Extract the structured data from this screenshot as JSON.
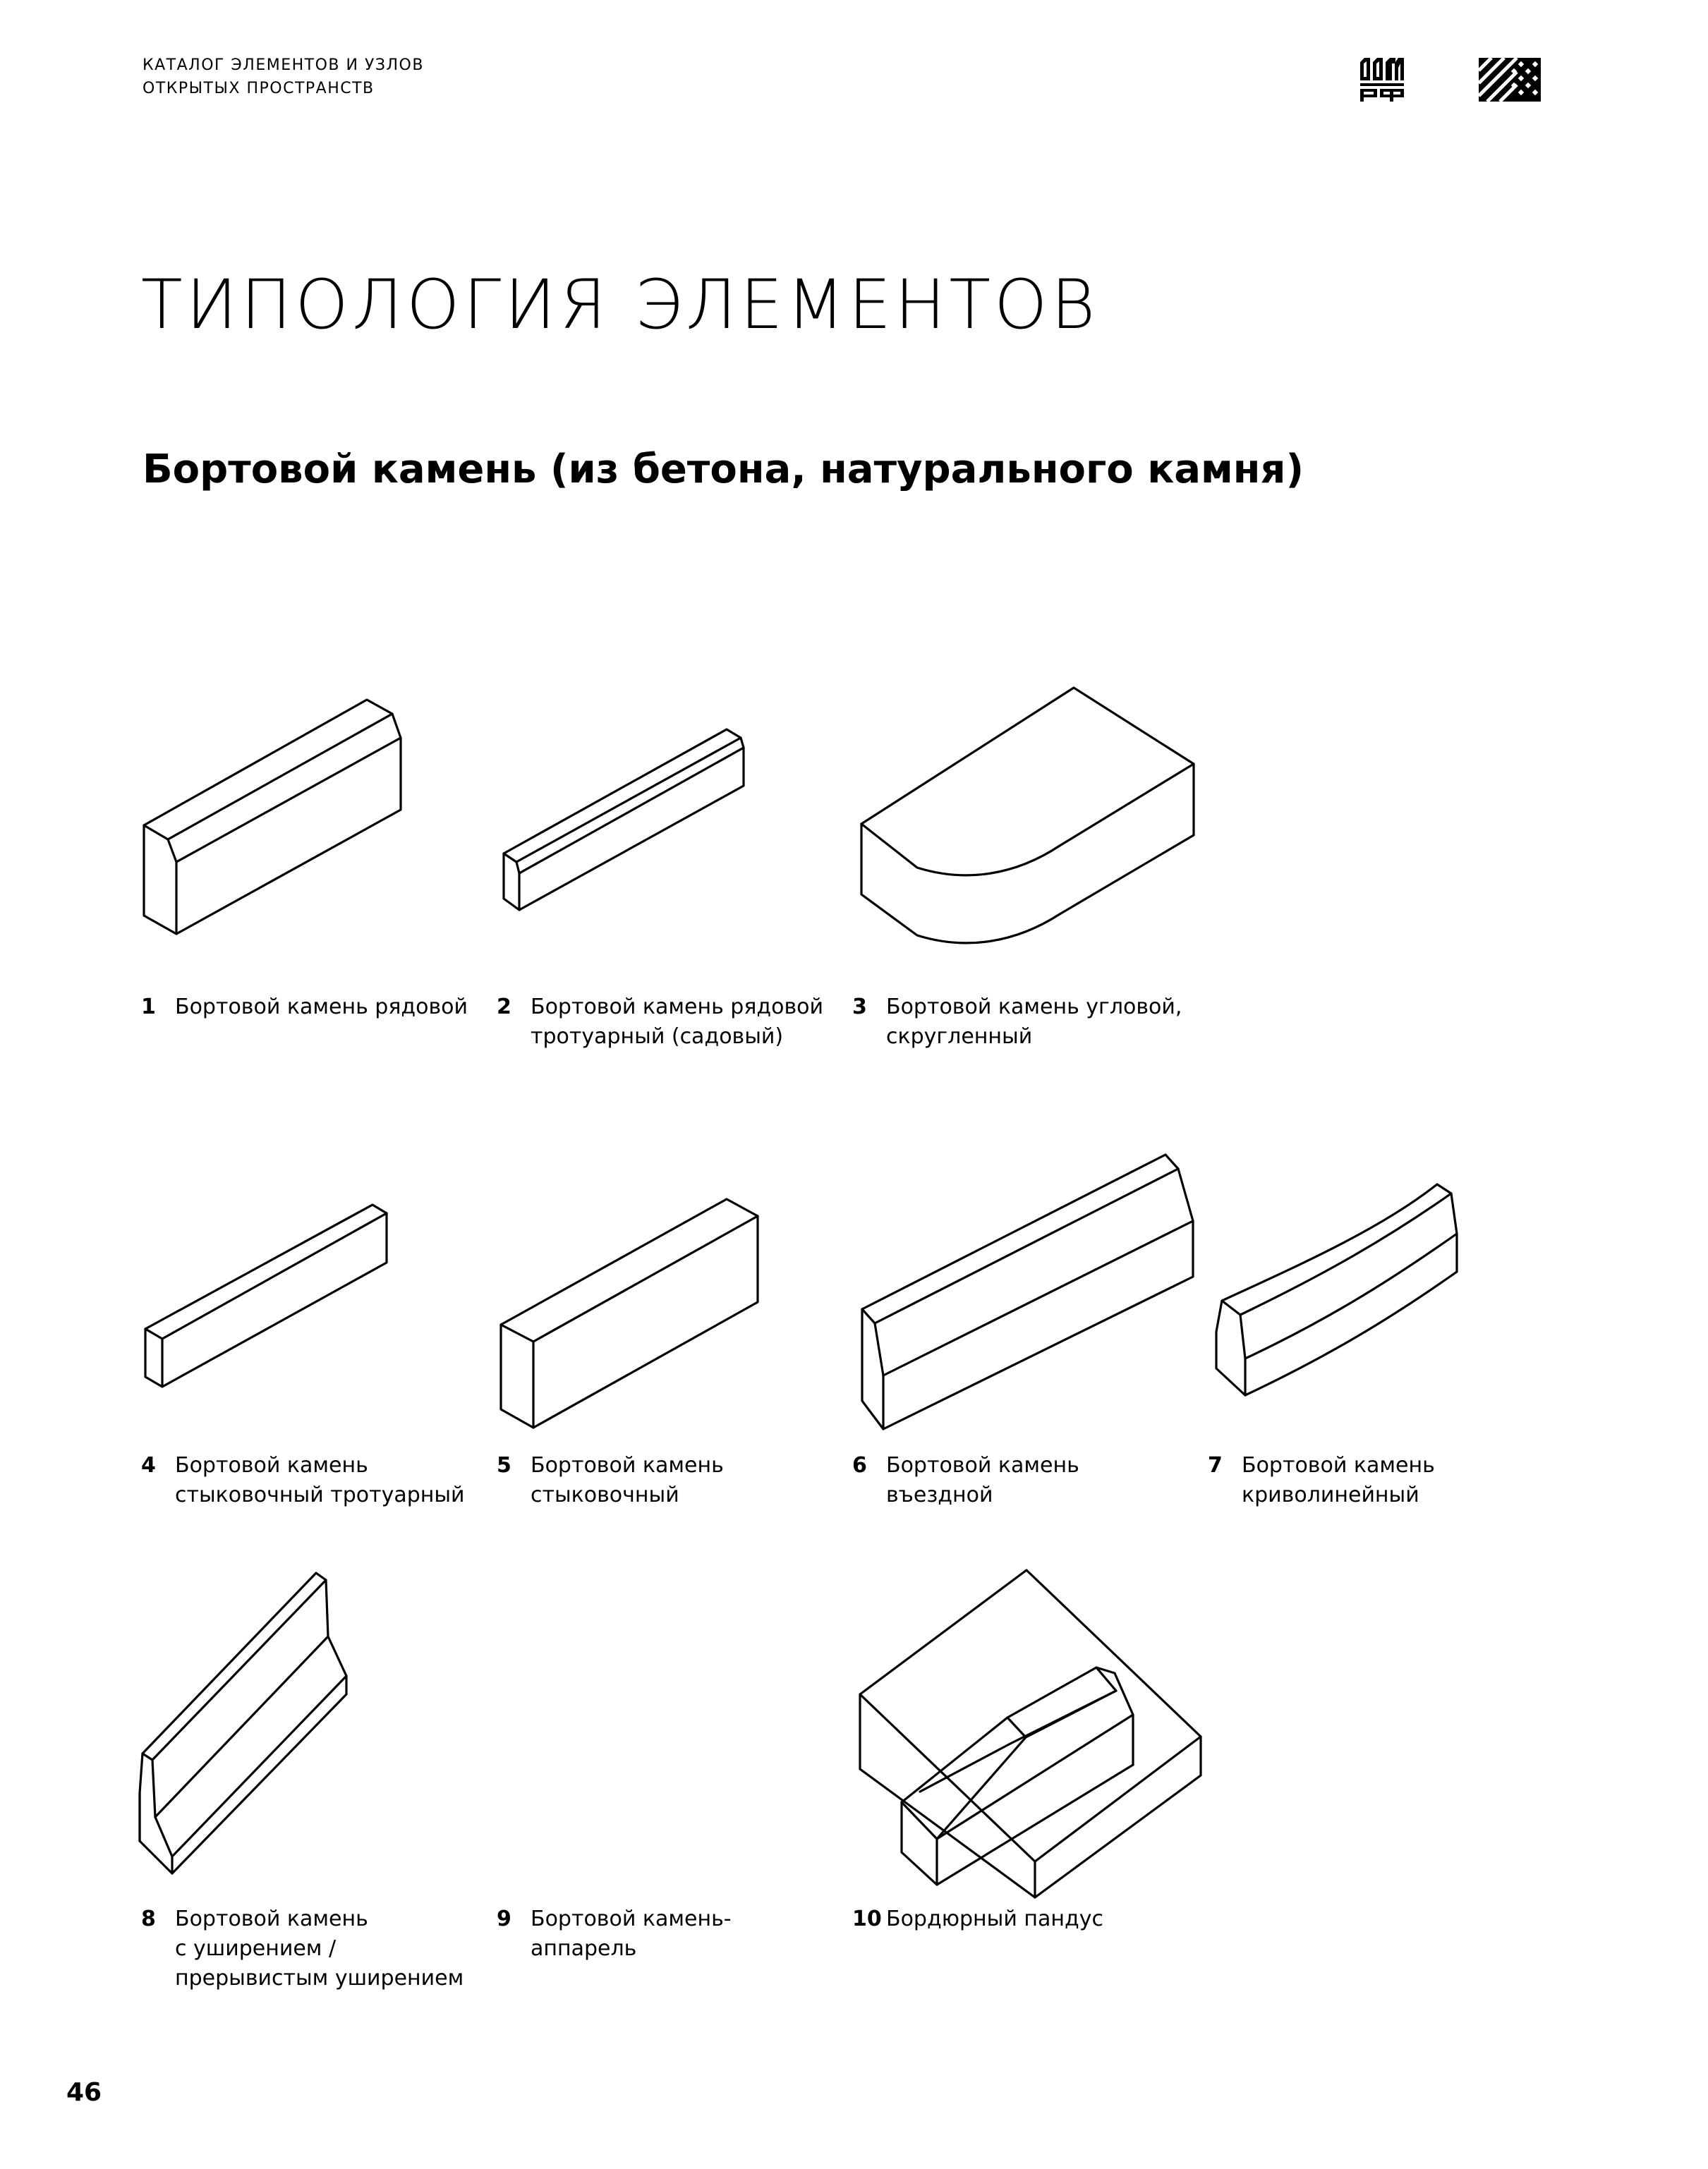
{
  "header": {
    "running_head_line1": "КАТАЛОГ ЭЛЕМЕНТОВ И УЗЛОВ",
    "running_head_line2": "ОТКРЫТЫХ ПРОСТРАНСТВ",
    "logos": [
      "dom-rf-logo",
      "pattern-logo"
    ]
  },
  "page_title": "ТИПОЛОГИЯ ЭЛЕМЕНТОВ",
  "section_title": "Бортовой камень (из бетона, натурального камня)",
  "items": [
    {
      "num": "1",
      "label": "Бортовой камень рядовой"
    },
    {
      "num": "2",
      "label": "Бортовой камень рядовой\nтротуарный (садовый)"
    },
    {
      "num": "3",
      "label": "Бортовой камень угловой,\nскругленный"
    },
    {
      "num": "4",
      "label": "Бортовой камень\nстыковочный тротуарный"
    },
    {
      "num": "5",
      "label": "Бортовой камень\nстыковочный"
    },
    {
      "num": "6",
      "label": "Бортовой камень\nвъездной"
    },
    {
      "num": "7",
      "label": "Бортовой камень\nкриволинейный"
    },
    {
      "num": "8",
      "label": "Бортовой камень\nс уширением /\nпрерывистым уширением"
    },
    {
      "num": "9",
      "label": "Бортовой камень-\nаппарель"
    },
    {
      "num": "10",
      "label": "Бордюрный пандус"
    }
  ],
  "page_number": "46",
  "colors": {
    "ink": "#000000",
    "background": "#ffffff"
  }
}
